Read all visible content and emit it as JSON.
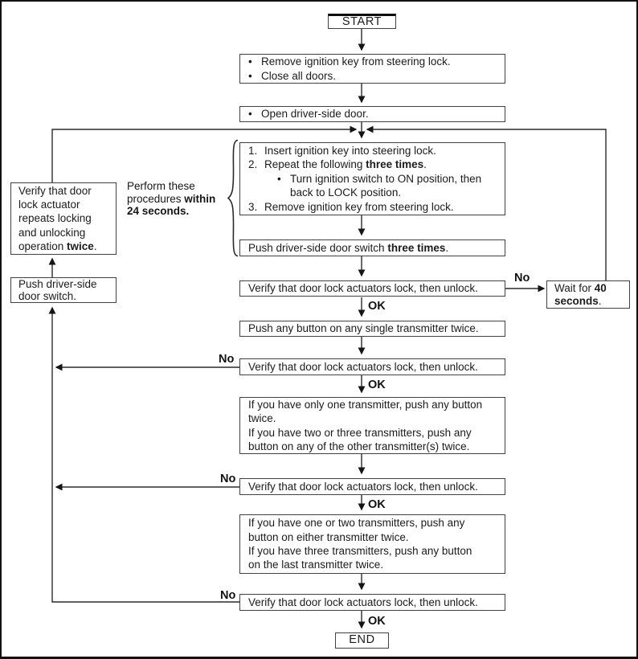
{
  "colors": {
    "background": "#ffffff",
    "line": "#2b2b2b",
    "box_border": "#424242",
    "text": "#1b1b1b"
  },
  "flow": {
    "start_label": "START",
    "end_label": "END",
    "ok_label": "OK",
    "no_label": "No",
    "bullet": "•",
    "prep_box": {
      "item1": "Remove ignition key from steering lock.",
      "item2": "Close all doors."
    },
    "open_door_box": {
      "item1": "Open driver-side door."
    },
    "key_cycle_box": {
      "num1": "1.",
      "step1": "Insert ignition key into steering lock.",
      "num2": "2.",
      "step2_pre": "Repeat the following ",
      "step2_bold": "three times",
      "step2_post": ".",
      "sub_bullet": "•",
      "sub_line1": "Turn ignition switch to ON position, then",
      "sub_line2": "back to LOCK position.",
      "num3": "3.",
      "step3": "Remove ignition key from steering lock."
    },
    "push_three_box": {
      "pre": "Push driver-side door switch ",
      "bold": "three times",
      "post": "."
    },
    "verify_unlock_text": "Verify that door lock actuators lock, then unlock.",
    "push_any_single_box": "Push any button on any single transmitter twice.",
    "two_or_three_box": {
      "line1": "If you have only one transmitter, push any button",
      "line2": "twice.",
      "line3": "If you have two or three transmitters, push any",
      "line4": "button on any of the other transmitter(s) twice."
    },
    "one_or_two_box": {
      "line1": "If you have one or two transmitters, push any",
      "line2": "button on either transmitter twice.",
      "line3": "If you have three transmitters, push any button",
      "line4": "on the last transmitter twice."
    },
    "wait_box": {
      "line1_pre": "Wait for ",
      "line1_bold": "40",
      "line2_bold": "seconds",
      "line2_post": "."
    },
    "left_verify_box": {
      "line1": "Verify that door",
      "line2": "lock actuator",
      "line3": "repeats locking",
      "line4": "and unlocking",
      "line5_pre": "operation ",
      "line5_bold": "twice",
      "line5_post": "."
    },
    "left_push_box": {
      "line1": "Push driver-side",
      "line2": "door switch."
    },
    "timer_note": {
      "line1": "Perform these",
      "line2_pre": "procedures ",
      "line2_bold": "within",
      "line3_bold": "24 seconds."
    }
  }
}
